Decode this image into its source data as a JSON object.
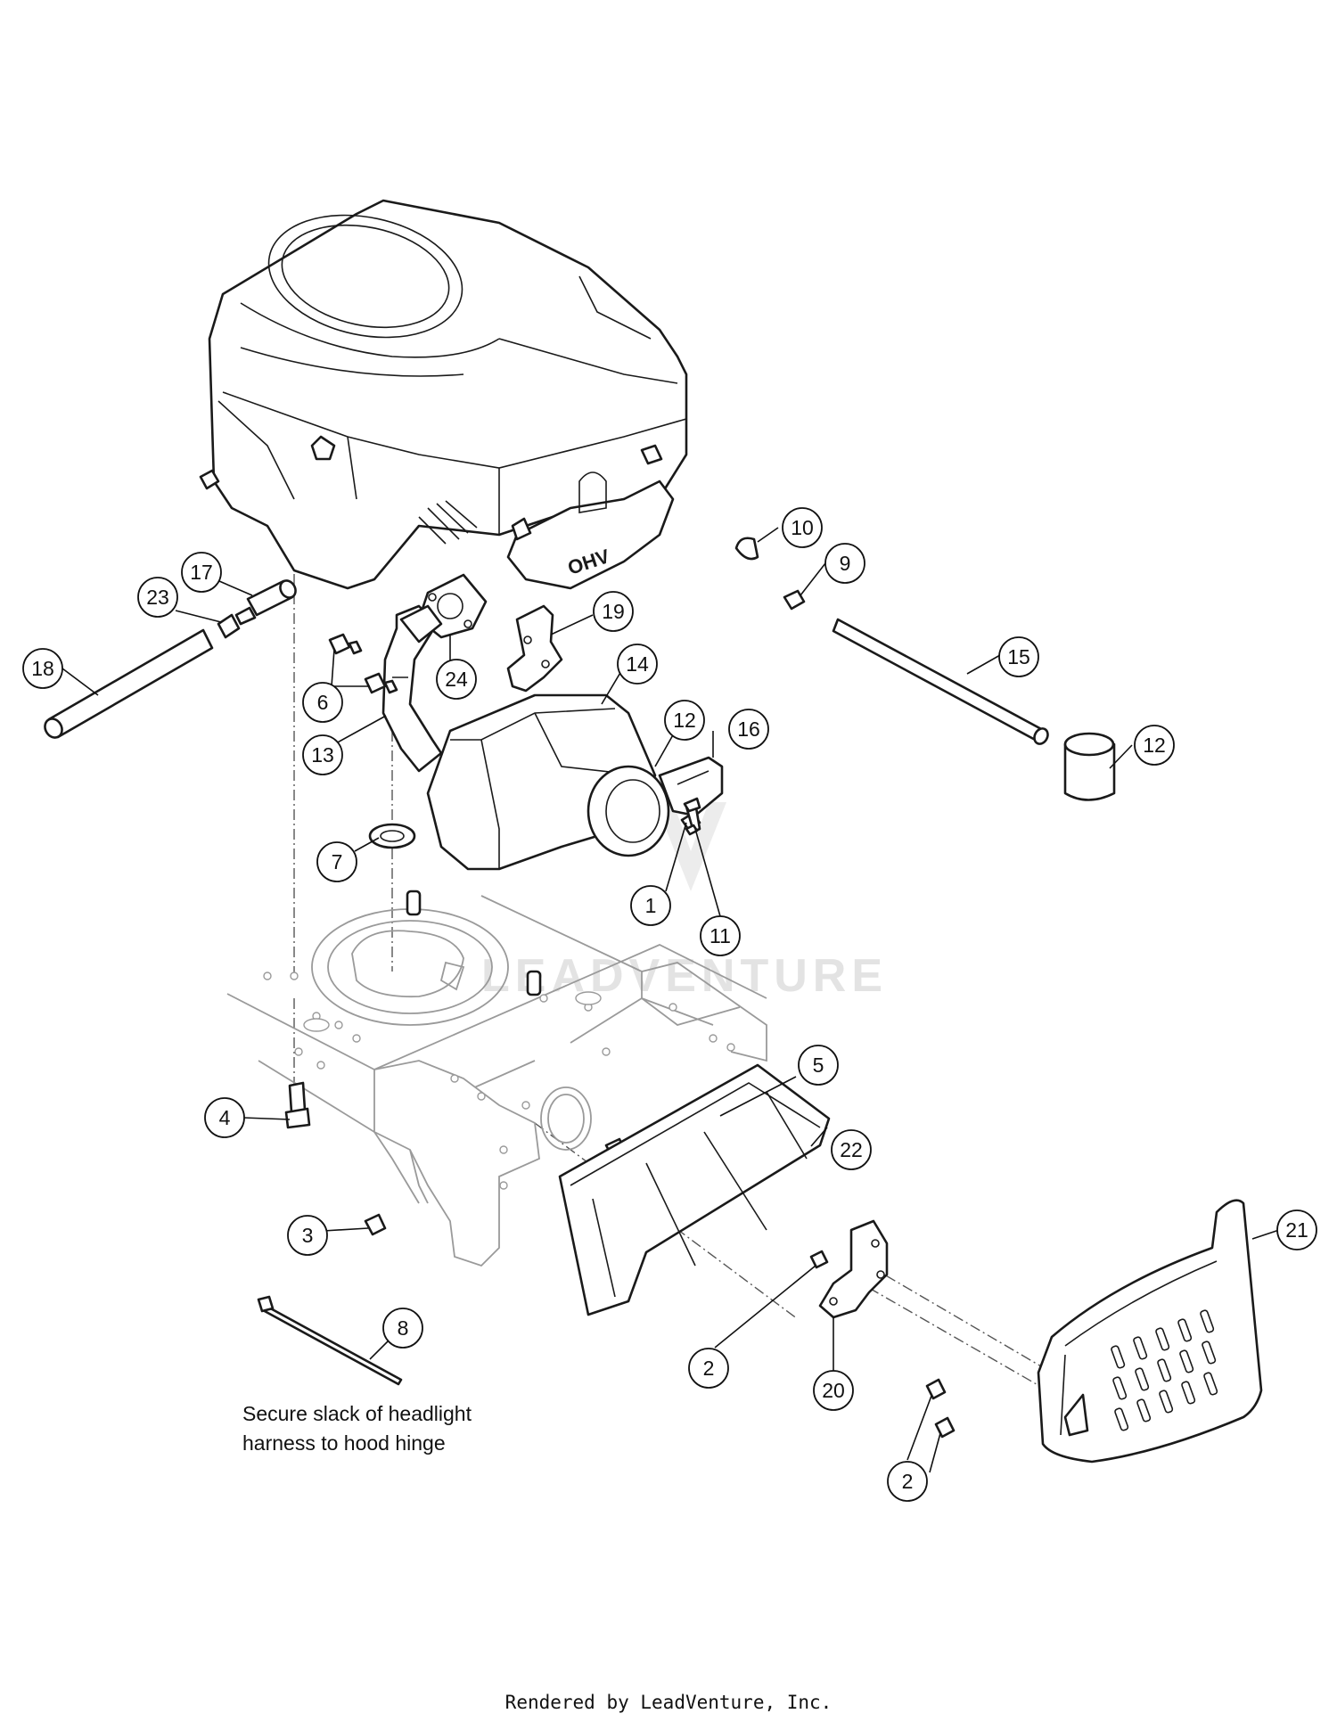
{
  "watermark": "LEADVENTURE",
  "engine_logo": "OHV",
  "note": {
    "line1": "Secure slack of headlight",
    "line2": "harness to hood hinge"
  },
  "footer": "Rendered by LeadVenture, Inc.",
  "callouts": [
    {
      "label": "10"
    },
    {
      "label": "9"
    },
    {
      "label": "17"
    },
    {
      "label": "23"
    },
    {
      "label": "19"
    },
    {
      "label": "18"
    },
    {
      "label": "14"
    },
    {
      "label": "15"
    },
    {
      "label": "6"
    },
    {
      "label": "24"
    },
    {
      "label": "12"
    },
    {
      "label": "16"
    },
    {
      "label": "12"
    },
    {
      "label": "13"
    },
    {
      "label": "1"
    },
    {
      "label": "11"
    },
    {
      "label": "7"
    },
    {
      "label": "5"
    },
    {
      "label": "4"
    },
    {
      "label": "22"
    },
    {
      "label": "3"
    },
    {
      "label": "21"
    },
    {
      "label": "8"
    },
    {
      "label": "2"
    },
    {
      "label": "20"
    },
    {
      "label": "2"
    }
  ]
}
